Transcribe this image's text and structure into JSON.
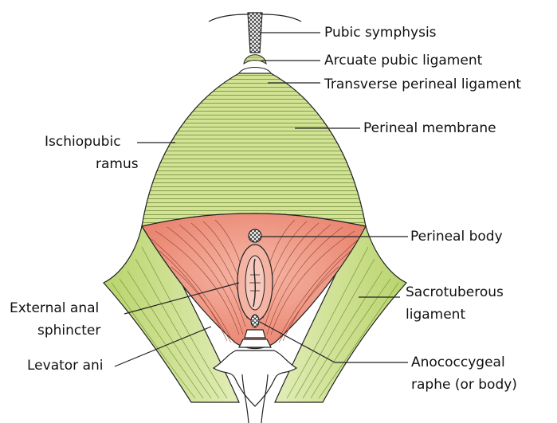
{
  "labels": {
    "pubic_symphysis": "Pubic symphysis",
    "arcuate_pubic_ligament": "Arcuate pubic ligament",
    "transverse_perineal_ligament": "Transverse perineal ligament",
    "perineal_membrane": "Perineal membrane",
    "ischiopubic_ramus_line1": "Ischiopubic",
    "ischiopubic_ramus_line2": "ramus",
    "perineal_body": "Perineal body",
    "sacrotuberous_line1": "Sacrotuberous",
    "sacrotuberous_line2": "ligament",
    "external_anal_line1": "External anal",
    "external_anal_line2": "sphincter",
    "levator_ani": "Levator ani",
    "anococcygeal_line1": "Anococcygeal",
    "anococcygeal_line2": "raphe (or body)"
  },
  "colors": {
    "membrane_green": "#cfe08e",
    "ligament_green": "#c8dc85",
    "muscle_pink": "#ef9a88",
    "bone_white": "#ffffff",
    "line": "#222222"
  }
}
